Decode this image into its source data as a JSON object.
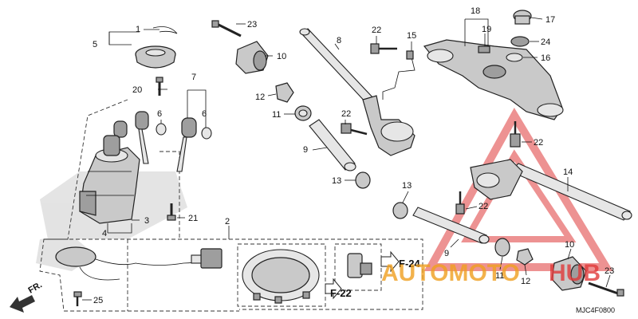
{
  "diagram": {
    "code": "MJC4F0800",
    "front_marker": "FR.",
    "refs": [
      "F-24",
      "F-22"
    ],
    "callouts": [
      "1",
      "2",
      "3",
      "4",
      "5",
      "6",
      "6",
      "7",
      "8",
      "9",
      "9",
      "10",
      "10",
      "11",
      "11",
      "12",
      "12",
      "13",
      "13",
      "14",
      "15",
      "16",
      "17",
      "18",
      "19",
      "20",
      "21",
      "22",
      "22",
      "22",
      "22",
      "23",
      "23",
      "24",
      "25"
    ]
  },
  "watermark": {
    "text_a": "AUTOMOTO",
    "text_b": "HUB",
    "color_red": "#e03a3a",
    "color_orange": "#f0a020"
  },
  "colors": {
    "line": "#222222",
    "part_fill": "#c9c9c9",
    "part_dark": "#9e9e9e"
  }
}
